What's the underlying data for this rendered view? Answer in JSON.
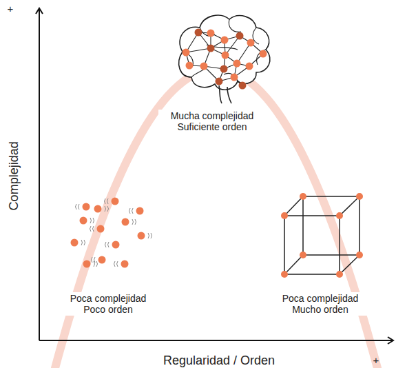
{
  "diagram": {
    "labels": [
      "+",
      "Complejidad",
      "Mucha complejidad Suficiente orden",
      "Poca complejidad Poco orden",
      "Poca complejidad Mucho orden",
      "Regularidad / Orden",
      "+"
    ]
  }
}
